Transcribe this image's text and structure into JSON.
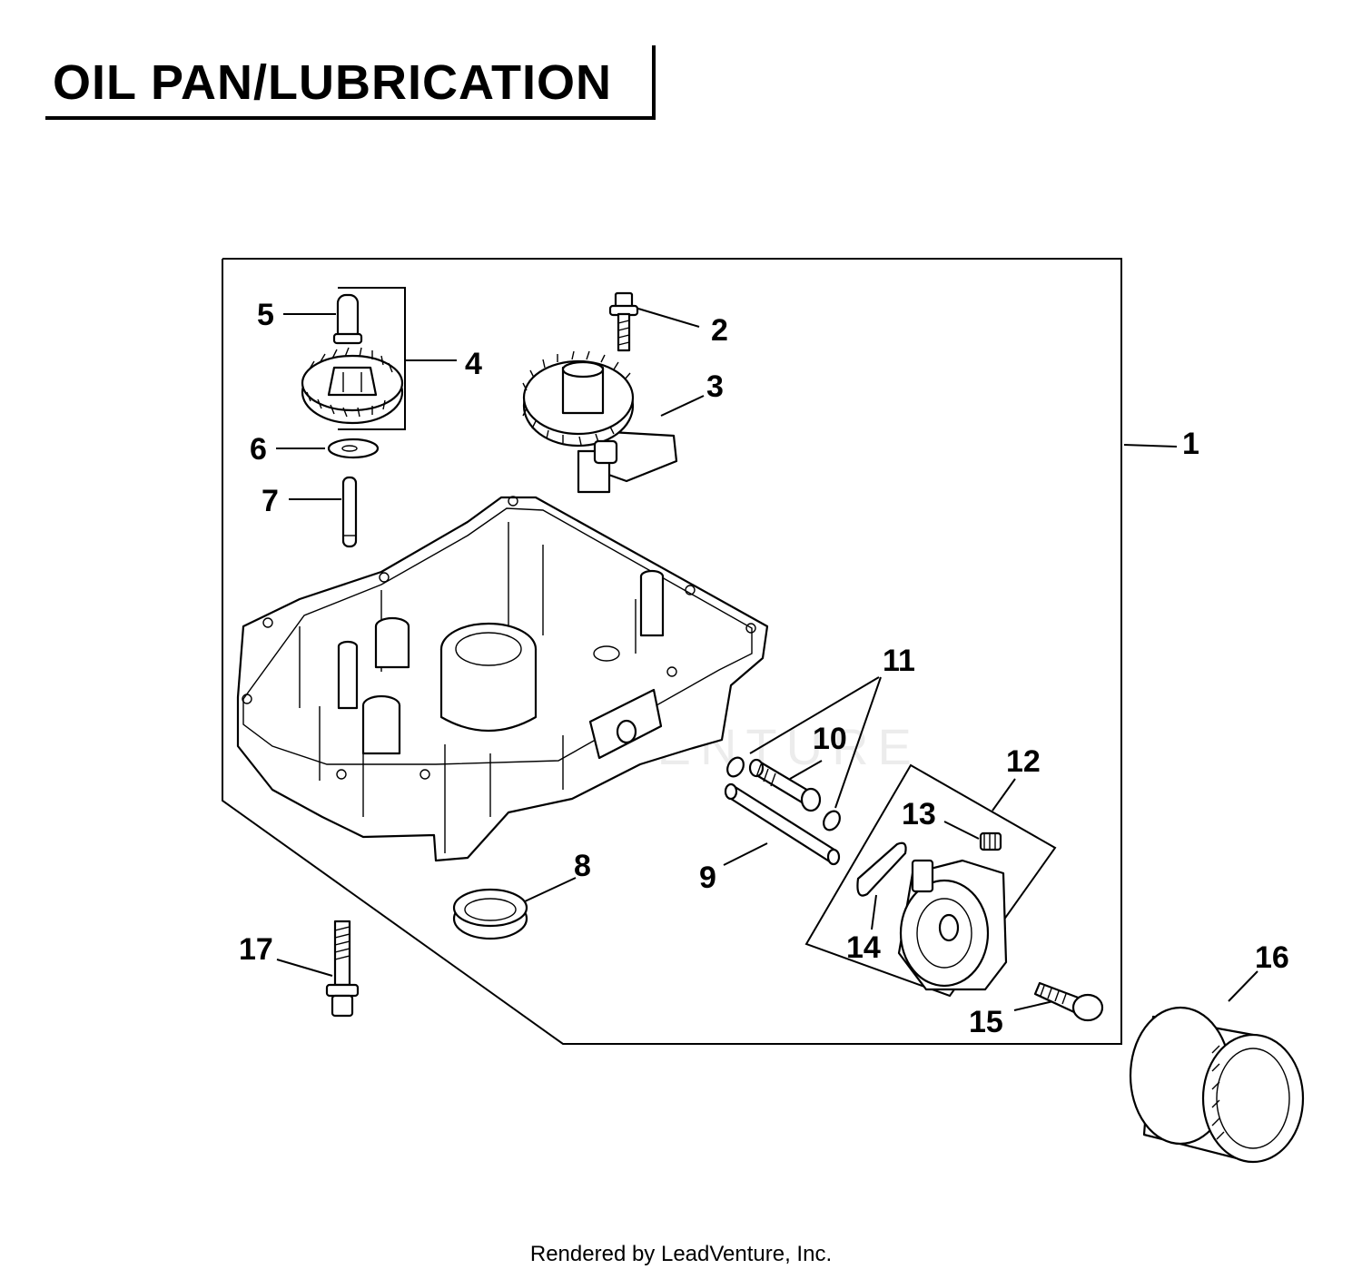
{
  "title": "OIL PAN/LUBRICATION",
  "footer": "Rendered by LeadVenture, Inc.",
  "watermark": "LEADVENTURE",
  "callouts": [
    "1",
    "2",
    "3",
    "4",
    "5",
    "6",
    "7",
    "8",
    "9",
    "10",
    "11",
    "12",
    "13",
    "14",
    "15",
    "16",
    "17"
  ]
}
